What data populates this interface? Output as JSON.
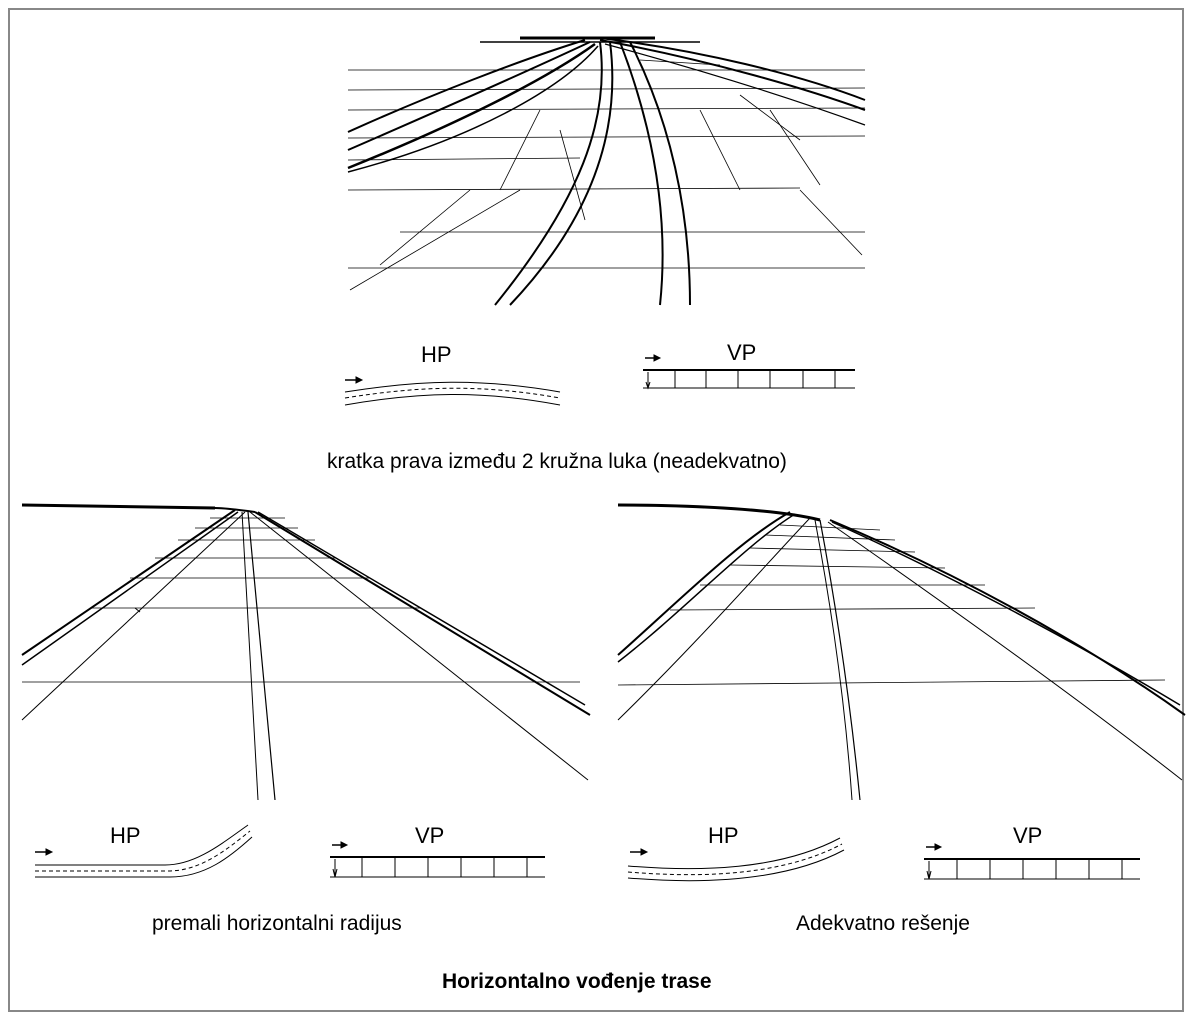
{
  "figure": {
    "title": "Horizontalno vođenje trase",
    "top_panel": {
      "hp_label": "HP",
      "vp_label": "VP",
      "caption": "kratka prava između 2 kružna luka (neadekvatno)"
    },
    "left_panel": {
      "hp_label": "HP",
      "vp_label": "VP",
      "caption": "premali horizontalni radijus"
    },
    "right_panel": {
      "hp_label": "HP",
      "vp_label": "VP",
      "caption": "Adekvatno rešenje"
    }
  },
  "colors": {
    "line": "#000000",
    "frame": "#888888",
    "background": "#ffffff"
  }
}
